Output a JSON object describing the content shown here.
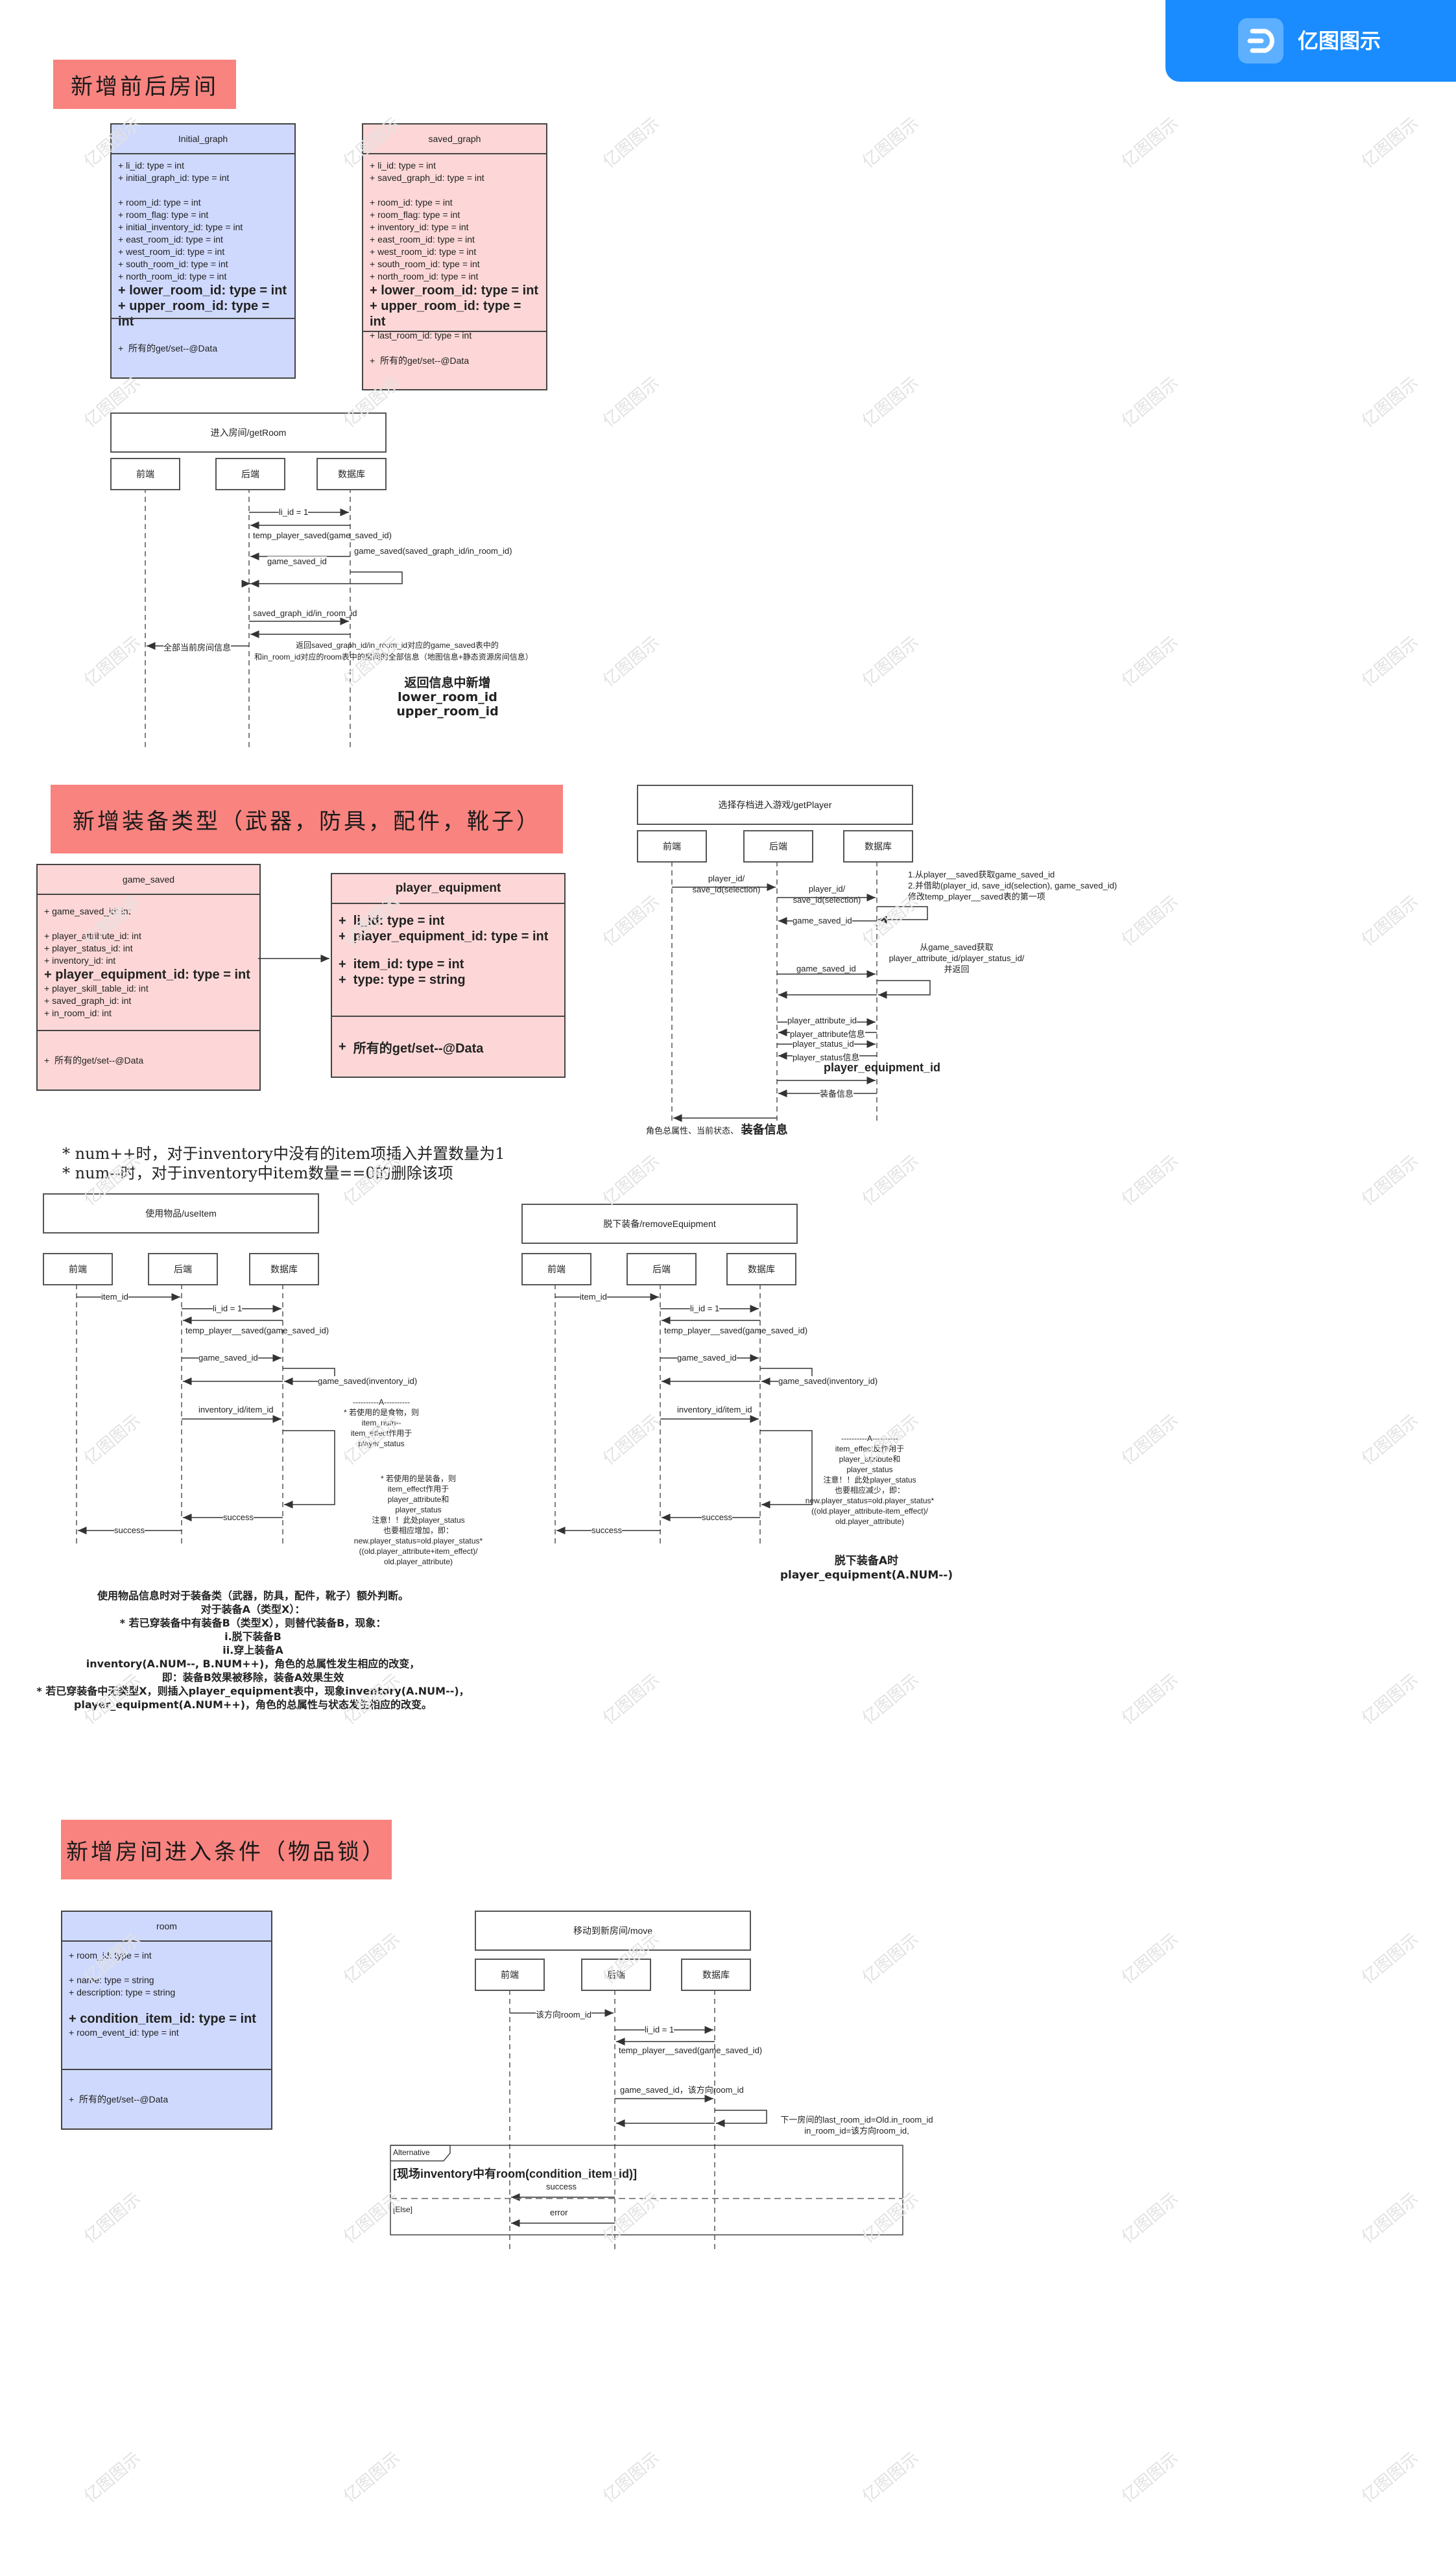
{
  "brand": {
    "name": "亿图图示",
    "color": "#1a8cff"
  },
  "watermark": "亿图图示",
  "sections": {
    "s1": "新增前后房间",
    "s2": "新增装备类型（武器，防具，配件，靴子）",
    "s3": "新增房间进入条件（物品锁）"
  },
  "initial_graph": {
    "title": "Initial_graph",
    "lines": [
      "li_id: type = int",
      "initial_graph_id: type = int",
      "",
      "room_id: type = int",
      "room_flag: type = int",
      "initial_inventory_id: type = int",
      "east_room_id: type = int",
      "west_room_id: type = int",
      "south_room_id: type = int",
      "north_room_id: type = int"
    ],
    "bold": [
      "lower_room_id: type = int",
      "upper_room_id: type = int"
    ],
    "footer": "所有的get/set--@Data"
  },
  "saved_graph": {
    "title": "saved_graph",
    "lines": [
      "li_id: type = int",
      "saved_graph_id: type = int",
      "",
      "room_id: type = int",
      "room_flag: type = int",
      "inventory_id: type = int",
      "east_room_id: type = int",
      "west_room_id: type = int",
      "south_room_id: type = int",
      "north_room_id: type = int"
    ],
    "bold": [
      "lower_room_id: type = int",
      "upper_room_id: type = int"
    ],
    "after": "last_room_id: type = int",
    "footer": "所有的get/set--@Data"
  },
  "game_saved": {
    "title": "game_saved",
    "lines_a": [
      "game_saved_id: int",
      "",
      "player_attribute_id: int",
      "player_status_id: int",
      "inventory_id: int"
    ],
    "bold": "player_equipment_id: type = int",
    "lines_b": [
      "player_skill_table_id: int",
      "saved_graph_id: int",
      "in_room_id: int"
    ],
    "footer": "所有的get/set--@Data"
  },
  "player_equipment": {
    "title": "player_equipment",
    "lines": [
      "li_id: type = int",
      "player_equipment_id: type = int",
      "",
      "item_id: type = int",
      "type: type = string"
    ],
    "footer": "所有的get/set--@Data"
  },
  "room": {
    "title": "room",
    "lines_a": [
      "room_id: type = int",
      "",
      "name: type = string",
      "description: type = string"
    ],
    "bold": "condition_item_id: type = int",
    "lines_b": [
      "room_event_id: type = int"
    ],
    "footer": "所有的get/set--@Data"
  },
  "participants": {
    "front": "前端",
    "back": "后端",
    "db": "数据库"
  },
  "seq_getroom": {
    "title": "进入房间/getRoom",
    "m1": "li_id = 1",
    "m2": "temp_player_saved(game_saved_id)",
    "m3": "game_saved(saved_graph_id/in_room_id)",
    "m4": "game_saved_id",
    "m5": "saved_graph_id/in_room_id",
    "m6": "全部当前房间信息",
    "m7a": "返回saved_graph_id/in_room_id对应的game_saved表中的",
    "m7b": "和in_room_id对应的room表中的房间的全部信息（地图信息+静态资源房间信息）",
    "note": [
      "返回信息中新增",
      "lower_room_id",
      "upper_room_id"
    ]
  },
  "seq_getplayer": {
    "title": "选择存档进入游戏/getPlayer",
    "m1a": "player_id/",
    "m1b": "save_id(selection)",
    "m2a": "player_id/",
    "m2b": "save_id(selection)",
    "n1": [
      "1.从player__saved获取game_saved_id",
      "2.并借助(player_id, save_id(selection), game_saved_id)",
      "修改temp_player__saved表的第一项"
    ],
    "m3": "game_saved_id",
    "n2": [
      "从game_saved获取",
      "player_attribute_id/player_status_id/",
      "并返回"
    ],
    "m4": "game_saved_id",
    "m5": "player_attribute_id",
    "m6": "player_attribute信息",
    "m7": "player_status_id",
    "m8": "player_status信息",
    "m9": "player_equipment_id",
    "m10": "装备信息",
    "m11a": "角色总属性、当前状态、",
    "m11b": "装备信息"
  },
  "notes_inventory": [
    "* num++时，对于inventory中没有的item项插入并置数量为1",
    "* num--时，对于inventory中item数量==0的删除该项"
  ],
  "seq_useitem": {
    "title": "使用物品/useItem",
    "m1": "item_id",
    "m2": "li_id = 1",
    "m3": "temp_player__saved(game_saved_id)",
    "m4": "game_saved_id",
    "m5": "game_saved(inventory_id)",
    "m6": "inventory_id/item_id",
    "n1": [
      "----------A----------",
      "* 若使用的是食物，则",
      "item_num--",
      "item_effect作用于",
      "player_status"
    ],
    "n2": [
      "* 若使用的是装备，则",
      "item_effect作用于",
      "player_attribute和",
      "player_status",
      "注意！！此处player_status",
      "也要相应增加，即：",
      "new.player_status=old.player_status*",
      "((old.player_attribute+item_effect)/",
      "old.player_attribute)"
    ],
    "m7": "success",
    "m8": "success"
  },
  "seq_remove": {
    "title": "脱下装备/removeEquipment",
    "m1": "item_id",
    "m2": "li_id = 1",
    "m3": "temp_player__saved(game_saved_id)",
    "m4": "game_saved_id",
    "m5": "game_saved(inventory_id)",
    "m6": "inventory_id/item_id",
    "n1": [
      "----------A----------",
      "item_effect反作用于",
      "player_attribute和",
      "player_status",
      "注意！！此处player_status",
      "也要相应减少，即：",
      "new.player_status=old.player_status*",
      "((old.player_attribute-item_effect)/",
      "old.player_attribute)"
    ],
    "m7": "success",
    "m8": "success",
    "note": [
      "脱下装备A时",
      "player_equipment(A.NUM--)"
    ]
  },
  "use_notes": [
    "使用物品信息时对于装备类（武器，防具，配件，靴子）额外判断。",
    "对于装备A（类型X）：",
    "* 若已穿装备中有装备B（类型X），则替代装备B，现象：",
    "i.脱下装备B",
    "ii.穿上装备A",
    "inventory(A.NUM--, B.NUM++)，角色的总属性发生相应的改变，",
    "即：装备B效果被移除，装备A效果生效",
    "* 若已穿装备中无类型X，则插入player_equipment表中，现象inventory(A.NUM--)，",
    "player_equipment(A.NUM++)，角色的总属性与状态发生相应的改变。"
  ],
  "seq_move": {
    "title": "移动到新房间/move",
    "m1": "该方向room_id",
    "m2": "li_id = 1",
    "m3": "temp_player__saved(game_saved_id)",
    "m4": "game_saved_id，该方向room_id",
    "n1": [
      "下一房间的last_room_id=Old.in_room_id",
      "in_room_id=该方向room_id,"
    ],
    "alt": "Alternative",
    "cond": "[现场inventory中有room(condition_item_id)]",
    "success": "success",
    "else": "[Else]",
    "error": "error"
  }
}
